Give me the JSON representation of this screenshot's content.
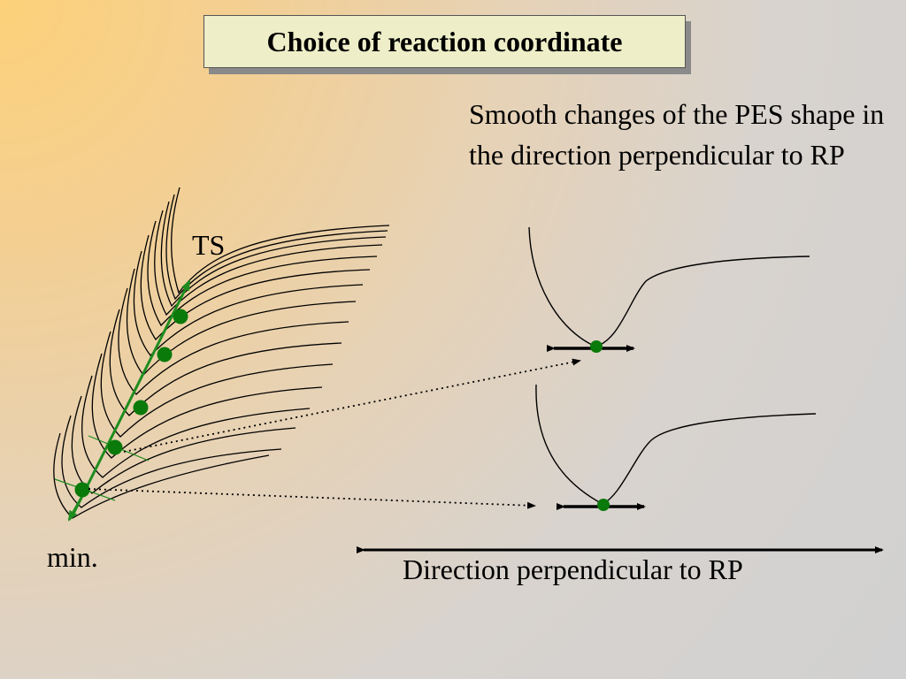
{
  "title": "Choice of reaction coordinate",
  "caption": "Smooth changes of the PES shape in the direction perpendicular to RP",
  "labels": {
    "ts": "TS",
    "min": "min.",
    "direction": "Direction perpendicular to RP"
  },
  "colors": {
    "path": "#1f8c1f",
    "point": "#0a7a0a",
    "contour": "#000000",
    "title_fill": "#eeeec8"
  }
}
